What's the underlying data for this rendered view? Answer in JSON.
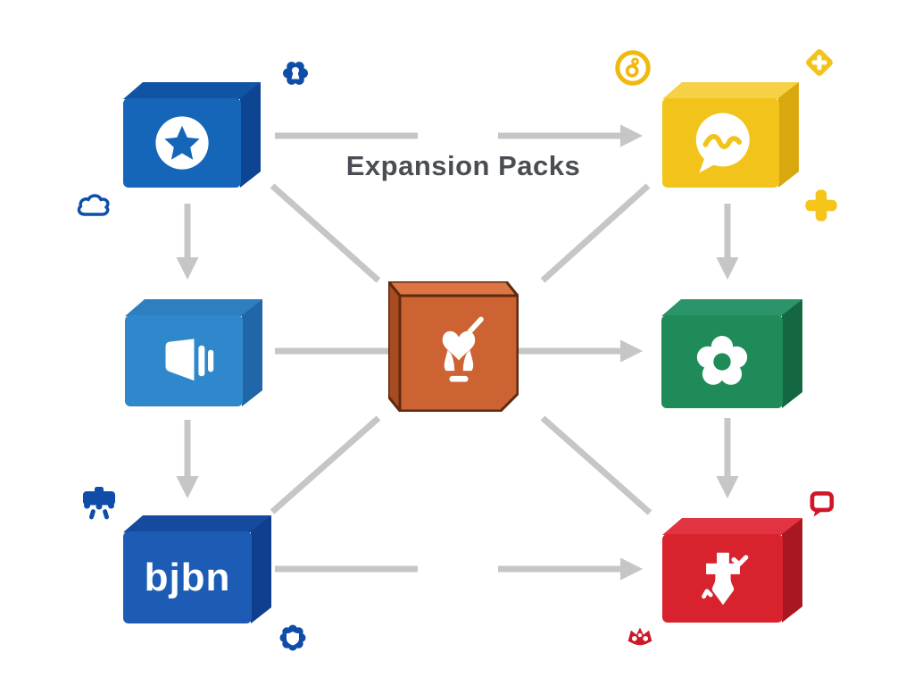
{
  "title": "Expansion Packs",
  "colors": {
    "background": "#ffffff",
    "title_text": "#4a4e54",
    "arrow": "#c6c6c6",
    "blue_accent": "#0f4da8",
    "yellow_accent": "#f2c41b",
    "red_accent": "#cf1728"
  },
  "nodes": [
    {
      "id": "star-pack",
      "position": "top-left",
      "icon": "star-circle-icon",
      "label": "",
      "front": "#1565b8",
      "top": "#1254a4",
      "side": "#0d4592"
    },
    {
      "id": "chat-pack",
      "position": "top-right",
      "icon": "chat-bubble-icon",
      "label": "",
      "front": "#f2c41b",
      "top": "#f6d045",
      "side": "#d9a70e"
    },
    {
      "id": "megaphone-pack",
      "position": "middle-left",
      "icon": "megaphone-icon",
      "label": "",
      "front": "#2f88cb",
      "top": "#2e7fc0",
      "side": "#2166a8"
    },
    {
      "id": "idea-pack",
      "position": "center",
      "icon": "lightbulb-heart-icon",
      "label": "",
      "front": "#cd6233",
      "top": "#dd7643",
      "side": "#a84b20",
      "outline": "#5d2b10"
    },
    {
      "id": "flower-pack",
      "position": "middle-right",
      "icon": "flower-gear-icon",
      "label": "",
      "front": "#1f8b59",
      "top": "#2b9569",
      "side": "#136842"
    },
    {
      "id": "bjbn-pack",
      "position": "bottom-left",
      "icon": "",
      "label": "bjbn",
      "front": "#1c5cb4",
      "top": "#164a9e",
      "side": "#113f90"
    },
    {
      "id": "aid-pack",
      "position": "bottom-right",
      "icon": "medical-arrow-icon",
      "label": "",
      "front": "#d8232f",
      "top": "#e23340",
      "side": "#a91722"
    }
  ],
  "edges": [
    {
      "from": "star-pack",
      "to": "chat-pack",
      "style": "arrow"
    },
    {
      "from": "star-pack",
      "to": "megaphone-pack",
      "style": "arrow"
    },
    {
      "from": "star-pack",
      "to": "idea-pack",
      "style": "line"
    },
    {
      "from": "chat-pack",
      "to": "flower-pack",
      "style": "arrow"
    },
    {
      "from": "chat-pack",
      "to": "idea-pack",
      "style": "line"
    },
    {
      "from": "megaphone-pack",
      "to": "flower-pack",
      "style": "arrow"
    },
    {
      "from": "megaphone-pack",
      "to": "bjbn-pack",
      "style": "arrow"
    },
    {
      "from": "idea-pack",
      "to": "bjbn-pack",
      "style": "line"
    },
    {
      "from": "idea-pack",
      "to": "aid-pack",
      "style": "line"
    },
    {
      "from": "flower-pack",
      "to": "aid-pack",
      "style": "arrow"
    },
    {
      "from": "bjbn-pack",
      "to": "aid-pack",
      "style": "arrow"
    }
  ],
  "decorations": [
    {
      "icon": "gear-icon",
      "color": "#0f4da8",
      "position": "top-left"
    },
    {
      "icon": "cloud-icon",
      "color": "#0f4da8",
      "position": "left"
    },
    {
      "icon": "coin-icon",
      "color": "#f0b90f",
      "position": "top-right"
    },
    {
      "icon": "diamond-plus-icon",
      "color": "#f2c41b",
      "position": "top-right-corner"
    },
    {
      "icon": "plus-icon",
      "color": "#f5c519",
      "position": "right"
    },
    {
      "icon": "easel-icon",
      "color": "#0f4da8",
      "position": "bottom-left"
    },
    {
      "icon": "gear-shield-icon",
      "color": "#0f4da8",
      "position": "bottom-center-left"
    },
    {
      "icon": "crown-icon",
      "color": "#cf1728",
      "position": "bottom-center-right"
    },
    {
      "icon": "speech-bubble-icon",
      "color": "#cf1728",
      "position": "bottom-right"
    }
  ]
}
